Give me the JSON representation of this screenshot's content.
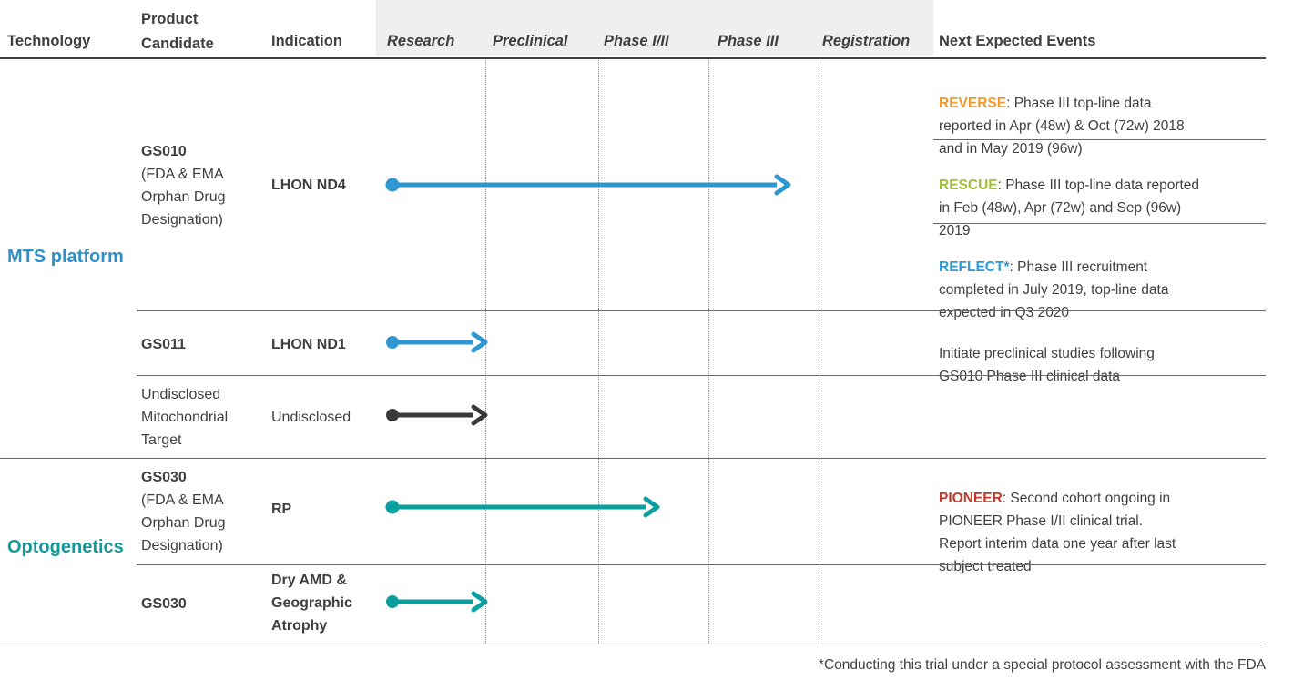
{
  "header": {
    "technology": "Technology",
    "product_candidate": "Product Candidate",
    "indication": "Indication",
    "phases": [
      "Research",
      "Preclinical",
      "Phase I/II",
      "Phase III",
      "Registration"
    ],
    "next_expected_events": "Next Expected Events"
  },
  "technologies": [
    {
      "name": "MTS platform",
      "color": "#2E90C8"
    },
    {
      "name": "Optogenetics",
      "color": "#12999A"
    }
  ],
  "rows": [
    {
      "product": "GS010",
      "product_note": "(FDA & EMA Orphan Drug Designation)",
      "indication": "LHON ND4",
      "arrow": {
        "color": "#2E96D1",
        "from": "Research",
        "to": "Phase III"
      },
      "events": [
        {
          "tag": "REVERSE",
          "tag_color": "#EE9B2D",
          "text": ": Phase III top-line data\nreported in Apr (48w) & Oct (72w) 2018\nand in May 2019 (96w)"
        },
        {
          "tag": "RESCUE",
          "tag_color": "#A2C037",
          "text": ": Phase III top-line data reported\nin Feb (48w), Apr (72w) and Sep (96w)\n2019"
        },
        {
          "tag": "REFLECT*",
          "tag_color": "#2E9BD6",
          "text": ": Phase III recruitment\ncompleted in July 2019, top-line data\nexpected in Q3 2020"
        }
      ]
    },
    {
      "product": "GS011",
      "indication": "LHON ND1",
      "arrow": {
        "color": "#2E96D1",
        "from": "Research",
        "to": "Preclinical"
      },
      "events": [
        {
          "tag": "",
          "text": "Initiate preclinical studies following\nGS010 Phase III clinical data"
        }
      ]
    },
    {
      "product": "Undisclosed Mitochondrial Target",
      "indication": "Undisclosed",
      "arrow": {
        "color": "#3A3A3A",
        "from": "Research",
        "to": "Preclinical"
      }
    },
    {
      "product": "GS030",
      "product_note": "(FDA & EMA Orphan Drug Designation)",
      "indication": "RP",
      "arrow": {
        "color": "#0A9E9E",
        "from": "Research",
        "to": "Phase I/II"
      },
      "events": [
        {
          "tag": "PIONEER",
          "tag_color": "#C0392B",
          "text": ": Second cohort ongoing in\nPIONEER Phase I/II clinical trial.\nReport interim data one year after last\nsubject treated"
        }
      ]
    },
    {
      "product": "GS030",
      "indication": "Dry AMD & Geographic Atrophy",
      "arrow": {
        "color": "#0A9E9E",
        "from": "Research",
        "to": "Preclinical"
      }
    }
  ],
  "footnote": "*Conducting this trial under a special protocol assessment with the FDA"
}
